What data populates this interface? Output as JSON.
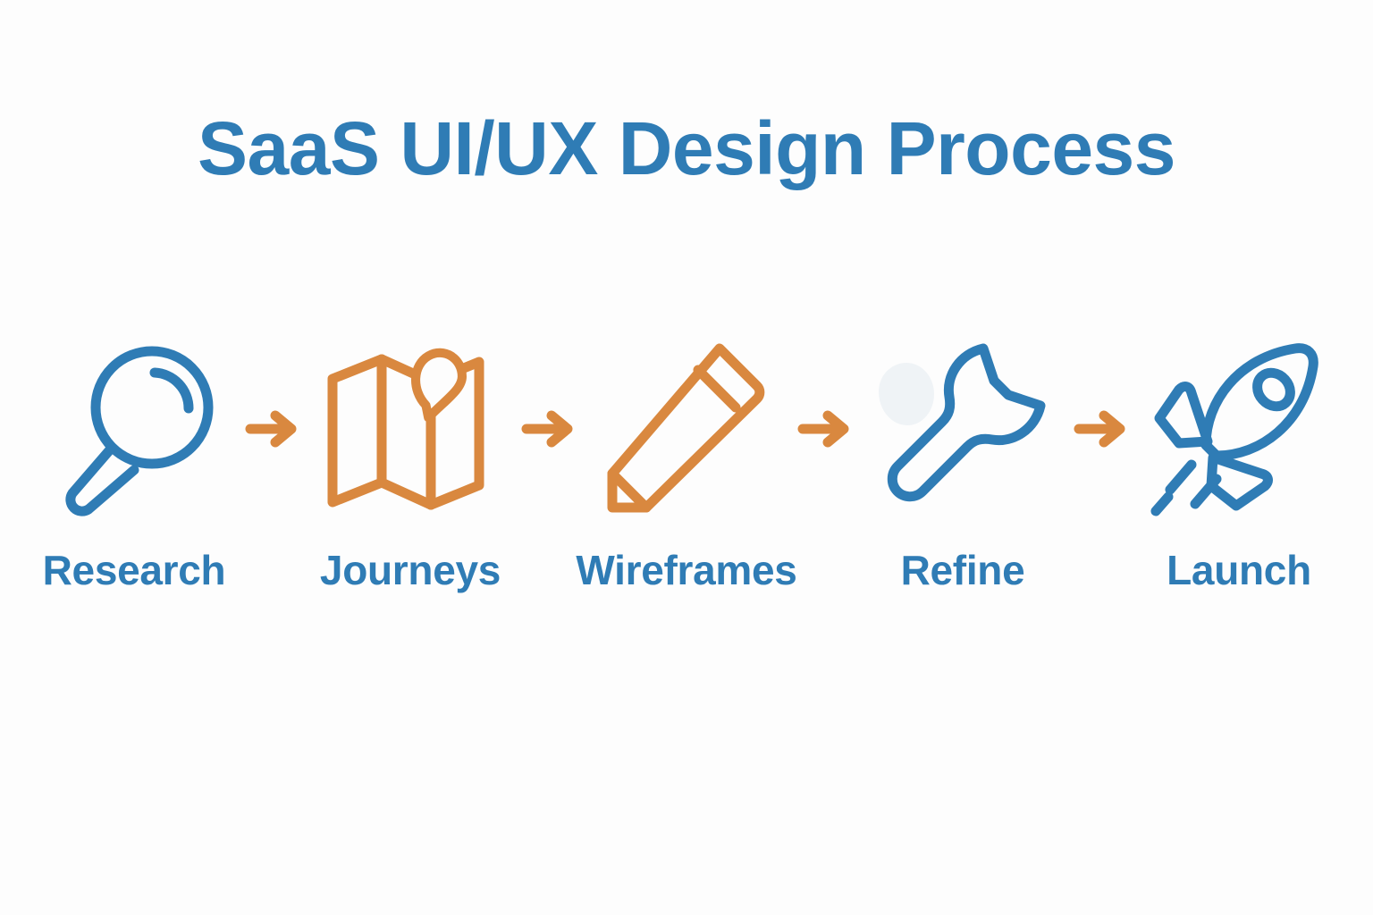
{
  "page": {
    "background_color": "#fdfdfd",
    "title": "SaaS UI/UX Design Process",
    "title_color": "#2f7cb5"
  },
  "colors": {
    "blue": "#2f7cb5",
    "orange": "#d9883f",
    "smudge": "#eef2f5"
  },
  "process": {
    "arrow_label": "→",
    "steps": [
      {
        "label": "Research",
        "icon": "magnifier-icon",
        "icon_color": "#2f7cb5"
      },
      {
        "label": "Journeys",
        "icon": "map-icon",
        "icon_color": "#d9883f"
      },
      {
        "label": "Wireframes",
        "icon": "pencil-icon",
        "icon_color": "#d9883f"
      },
      {
        "label": "Refine",
        "icon": "wrench-icon",
        "icon_color": "#2f7cb5"
      },
      {
        "label": "Launch",
        "icon": "rocket-icon",
        "icon_color": "#2f7cb5"
      }
    ],
    "arrows": [
      {
        "name": "arrow-research-to-journeys",
        "color": "#d9883f"
      },
      {
        "name": "arrow-journeys-to-wireframes",
        "color": "#d9883f"
      },
      {
        "name": "arrow-wireframes-to-refine",
        "color": "#d9883f"
      },
      {
        "name": "arrow-refine-to-launch",
        "color": "#d9883f"
      }
    ]
  }
}
